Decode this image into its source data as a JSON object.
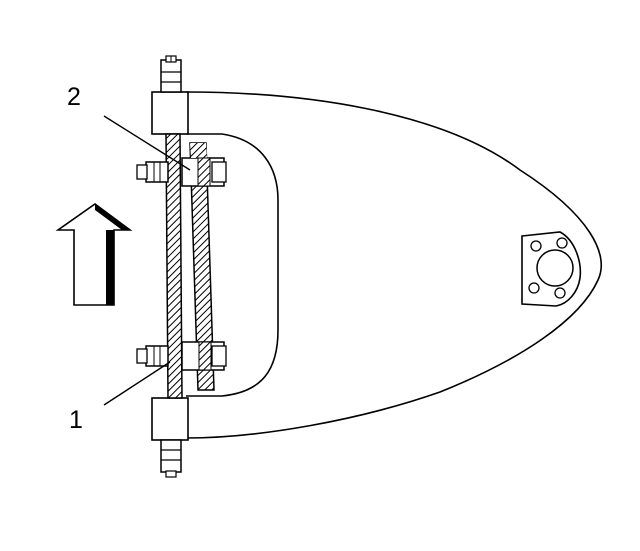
{
  "callouts": [
    {
      "id": "callout-2",
      "text": "2"
    },
    {
      "id": "callout-1",
      "text": "1"
    }
  ],
  "colors": {
    "line": "#000000",
    "fill": "#ffffff",
    "hatch": "#000000"
  },
  "icons": {
    "direction_arrow": "up-arrow-icon"
  }
}
